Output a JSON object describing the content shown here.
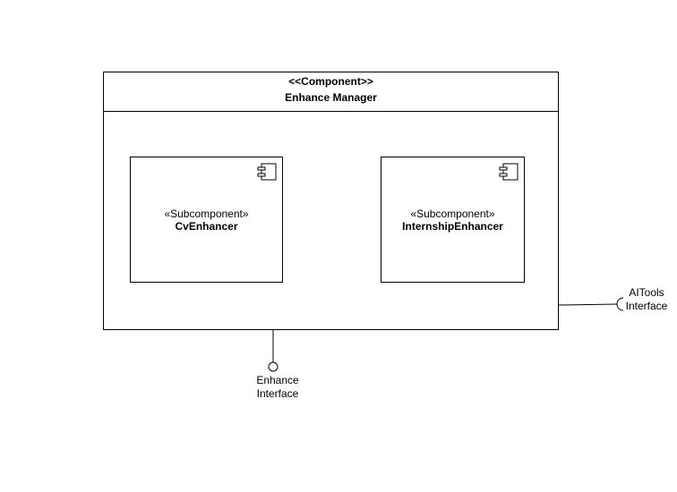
{
  "component": {
    "stereotype": "<<Component>>",
    "name": "Enhance Manager"
  },
  "subcomponents": [
    {
      "stereotype": "«Subcomponent»",
      "name": "CvEnhancer"
    },
    {
      "stereotype": "«Subcomponent»",
      "name": "InternshipEnhancer"
    }
  ],
  "interfaces": {
    "provided": {
      "line1": "Enhance",
      "line2": "Interface"
    },
    "required": {
      "line1": "AITools",
      "line2": "Interface"
    }
  },
  "icons": {
    "component": "component-icon"
  }
}
